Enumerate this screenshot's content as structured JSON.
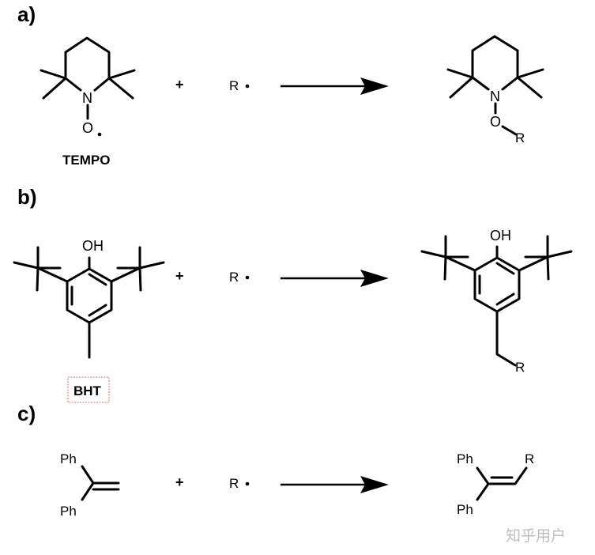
{
  "panels": {
    "a": {
      "label": "a)",
      "reagent_name": "TEMPO",
      "atom_N": "N",
      "atom_O": "O",
      "radical_R": "R",
      "product_N": "N",
      "product_O": "O",
      "product_R": "R"
    },
    "b": {
      "label": "b)",
      "reagent_name": "BHT",
      "atom_OH": "OH",
      "radical_R": "R",
      "product_OH": "OH",
      "product_R": "R"
    },
    "c": {
      "label": "c)",
      "ph_top": "Ph",
      "ph_bottom": "Ph",
      "radical_R": "R",
      "product_ph_top": "Ph",
      "product_ph_bottom": "Ph",
      "product_R": "R"
    }
  },
  "plus_sign": "+",
  "watermark": "知乎用户",
  "colors": {
    "bond": "#000000",
    "bht_box": "#e06a6a",
    "watermark": "#bdbdbd"
  }
}
